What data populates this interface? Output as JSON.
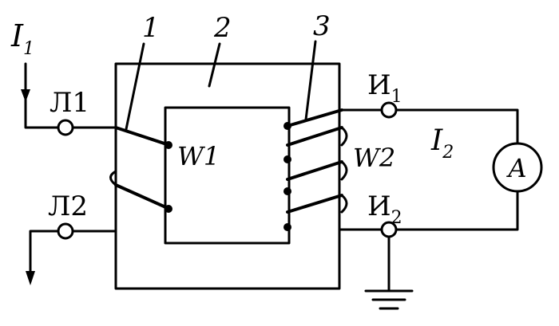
{
  "labels": {
    "current_primary": "I",
    "current_primary_sub": "1",
    "current_secondary": "I",
    "current_secondary_sub": "2",
    "terminal_l1": "Л1",
    "terminal_l2": "Л2",
    "terminal_i": "И",
    "terminal_i1_sub": "1",
    "terminal_i2_sub": "2",
    "winding_primary": "W1",
    "winding_secondary": "W2",
    "ammeter": "A",
    "callout_1": "1",
    "callout_2": "2",
    "callout_3": "3"
  }
}
